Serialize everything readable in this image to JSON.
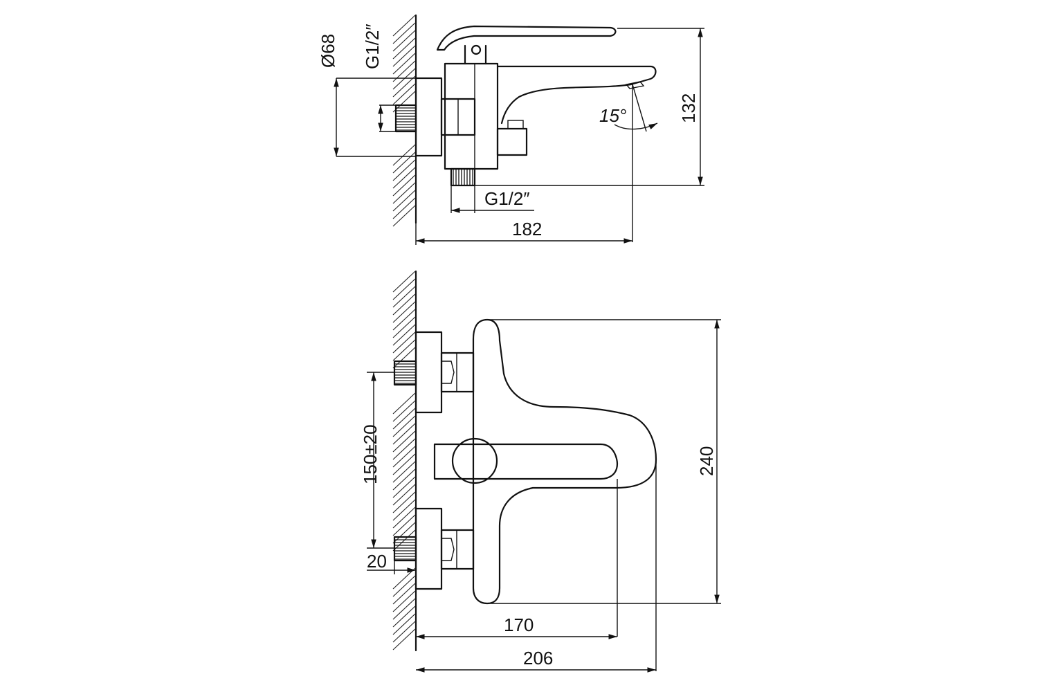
{
  "top_view": {
    "dim_diameter": "Ø68",
    "dim_inlet_thread": "G1/2″",
    "dim_outlet_thread": "G1/2″",
    "dim_height": "132",
    "dim_angle": "15°",
    "dim_depth": "182"
  },
  "front_view": {
    "dim_spacing": "150±20",
    "dim_thread_len": "20",
    "dim_height": "240",
    "dim_spout_reach": "170",
    "dim_total_depth": "206"
  }
}
